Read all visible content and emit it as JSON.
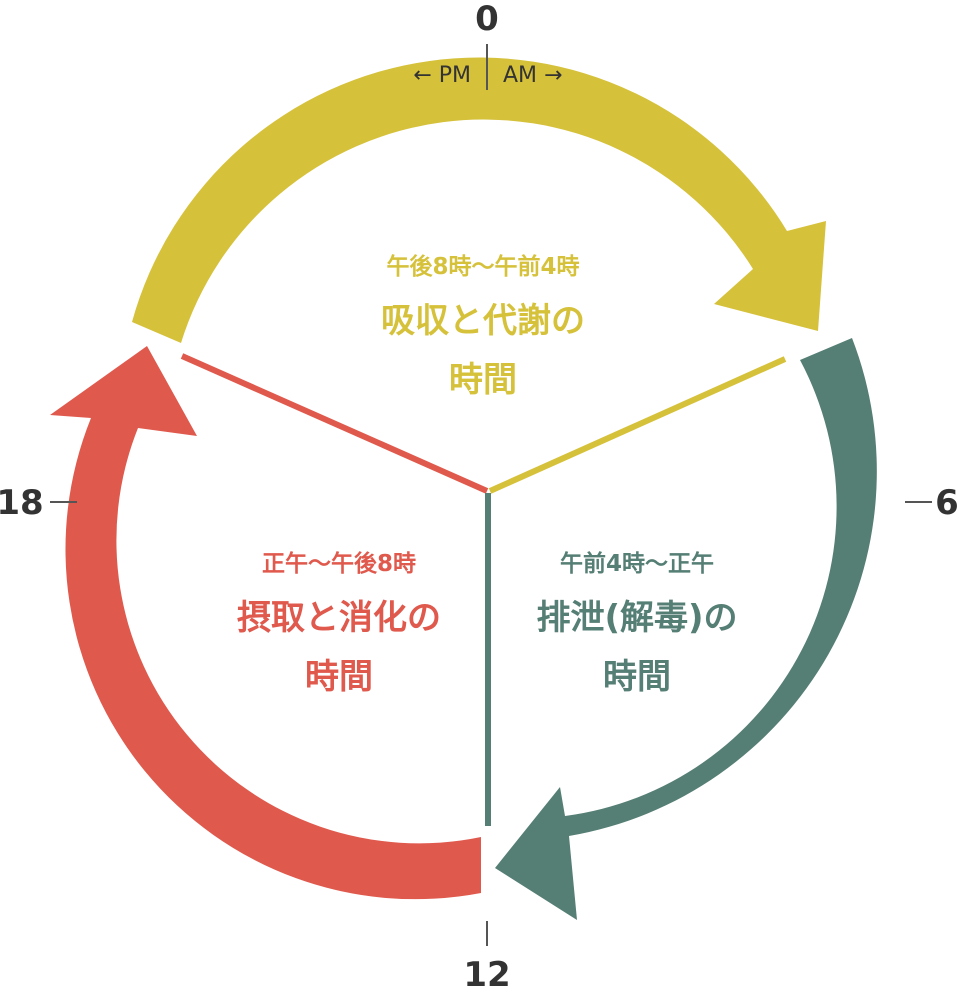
{
  "colors": {
    "metabolism": "#d6c13b",
    "excretion": "#557e74",
    "intake": "#e0594d",
    "tick": "#555555"
  },
  "clock": {
    "top": "0",
    "right": "6",
    "bottom": "12",
    "left": "18",
    "pm_label": "← PM",
    "am_label": "AM →"
  },
  "phases": {
    "metabolism": {
      "time": "午後8時～午前4時",
      "title_line1": "吸収と代謝の",
      "title_line2": "時間"
    },
    "excretion": {
      "time": "午前4時～正午",
      "title_line1": "排泄(解毒)の",
      "title_line2": "時間"
    },
    "intake": {
      "time": "正午～午後8時",
      "title_line1": "摂取と消化の",
      "title_line2": "時間"
    }
  }
}
